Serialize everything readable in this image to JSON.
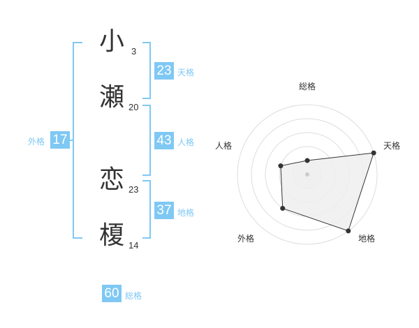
{
  "name": {
    "chars": [
      {
        "char": "小",
        "strokes": "3"
      },
      {
        "char": "瀬",
        "strokes": "20"
      },
      {
        "char": "恋",
        "strokes": "23"
      },
      {
        "char": "榎",
        "strokes": "14"
      }
    ]
  },
  "fortune": {
    "tenkaku": {
      "value": "23",
      "label": "天格"
    },
    "jinkaku": {
      "value": "43",
      "label": "人格"
    },
    "chikaku": {
      "value": "37",
      "label": "地格"
    },
    "gaikaku": {
      "value": "17",
      "label": "外格"
    },
    "soukaku": {
      "value": "60",
      "label": "総格"
    }
  },
  "chart_data": {
    "type": "radar",
    "axes": [
      "総格",
      "天格",
      "地格",
      "外格",
      "人格"
    ],
    "values": [
      1,
      5,
      5,
      3,
      2
    ],
    "rlim": [
      0,
      5
    ],
    "rings": 5,
    "colors": {
      "fill": "#eeeeee",
      "line": "#333333",
      "grid": "#dddddd"
    }
  }
}
